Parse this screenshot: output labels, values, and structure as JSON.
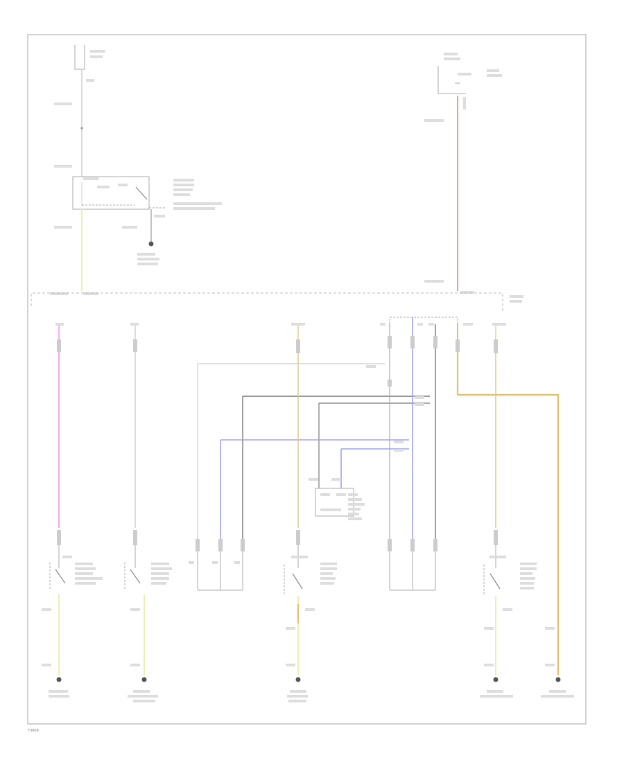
{
  "footer": {
    "code": "Y3006"
  },
  "wire_colors": {
    "white": "#d2d2d2",
    "red": "#f08c8c",
    "yellow": "#eeeeb4",
    "pink": "#f08cf0",
    "tan": "#e0cc90",
    "blue": "#a0a0ee",
    "gray": "#777777",
    "light_gray": "#bbbbbb",
    "gold": "#ddc070"
  },
  "icons": [
    "switch-symbol",
    "ground-symbol",
    "fuse-symbol",
    "connector-symbol"
  ]
}
